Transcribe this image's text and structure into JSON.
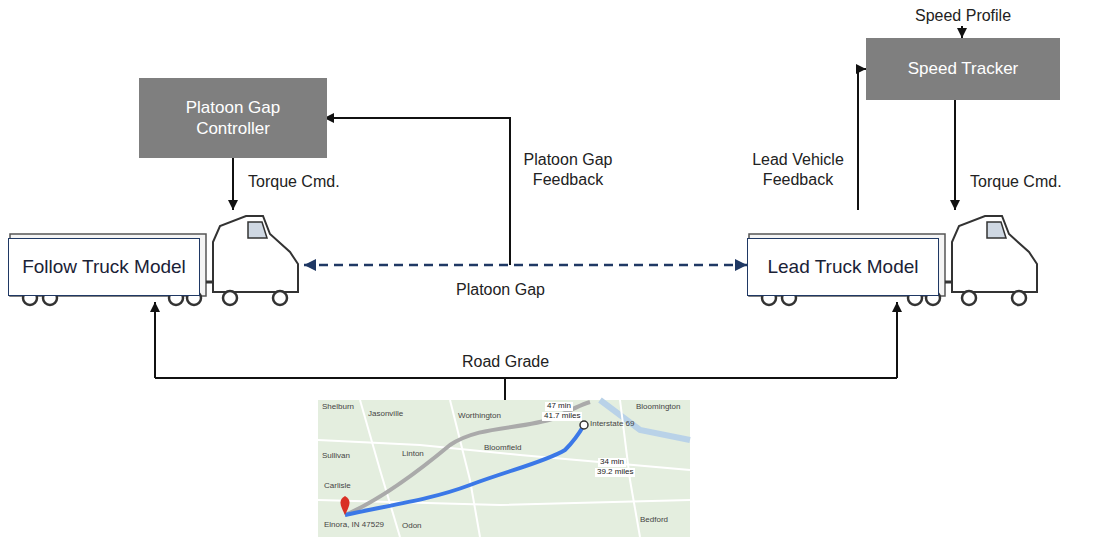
{
  "diagram": {
    "nodes": [
      {
        "text": [
          "Platoon Gap Controller"
        ]
      },
      {
        "text": [
          "Speed Tracker"
        ]
      },
      {
        "text": [
          "Follow Truck Model"
        ]
      },
      {
        "text": [
          "Lead Truck Model"
        ]
      }
    ],
    "edges": [
      {
        "from": 0,
        "to": 2,
        "label": "Torque Cmd.",
        "arrow": "to"
      },
      {
        "from": 1,
        "to": 3,
        "label": "Torque Cmd.",
        "arrow": "to"
      },
      {
        "from": 3,
        "to": 1,
        "label": "Lead Vehicle Feedback",
        "arrow": "to"
      },
      {
        "from": 2,
        "to": 3,
        "label": "Platoon Gap",
        "arrow": "both"
      }
    ],
    "labels": [
      "Speed Profile",
      "Platoon Gap Feedback",
      "Road Grade",
      "Interstate 69",
      "47 min",
      "41.7 miles",
      "34 min",
      "39.2 miles",
      "Elnora, IN 47529",
      "Shelburn",
      "Jasonville",
      "Worthington",
      "Bloomington",
      "Linton",
      "Sullivan",
      "Bloomfield",
      "Carlisle",
      "Odon",
      "Bedford"
    ]
  }
}
